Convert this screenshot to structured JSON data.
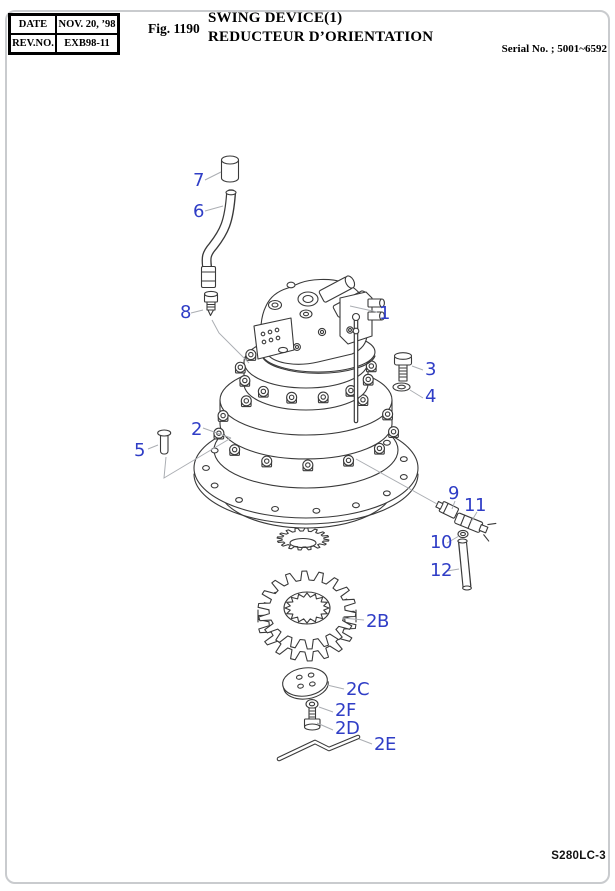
{
  "header": {
    "info_table": {
      "rows": [
        {
          "label": "DATE",
          "value": "NOV. 20, ’98"
        },
        {
          "label": "REV.NO.",
          "value": "EXB98-11"
        }
      ]
    },
    "figure_number": "Fig. 1190",
    "title_line1": "SWING DEVICE(1)",
    "title_line2": "REDUCTEUR D’ORIENTATION",
    "serial_note": "Serial No. ; 5001~6592"
  },
  "footer": {
    "model_code": "S280LC-3"
  },
  "diagram": {
    "description": "Exploded parts view of swing device / swing reduction gear",
    "callouts": [
      {
        "label": "7"
      },
      {
        "label": "6"
      },
      {
        "label": "8"
      },
      {
        "label": "1"
      },
      {
        "label": "3"
      },
      {
        "label": "4"
      },
      {
        "label": "2"
      },
      {
        "label": "5"
      },
      {
        "label": "9"
      },
      {
        "label": "11"
      },
      {
        "label": "10"
      },
      {
        "label": "12"
      },
      {
        "label": "2B"
      },
      {
        "label": "2C"
      },
      {
        "label": "2F"
      },
      {
        "label": "2D"
      },
      {
        "label": "2E"
      }
    ],
    "colors": {
      "callout_text": "#2f3dc6",
      "line_art": "#3a3a3a",
      "leader_line": "#abaeb3"
    }
  }
}
